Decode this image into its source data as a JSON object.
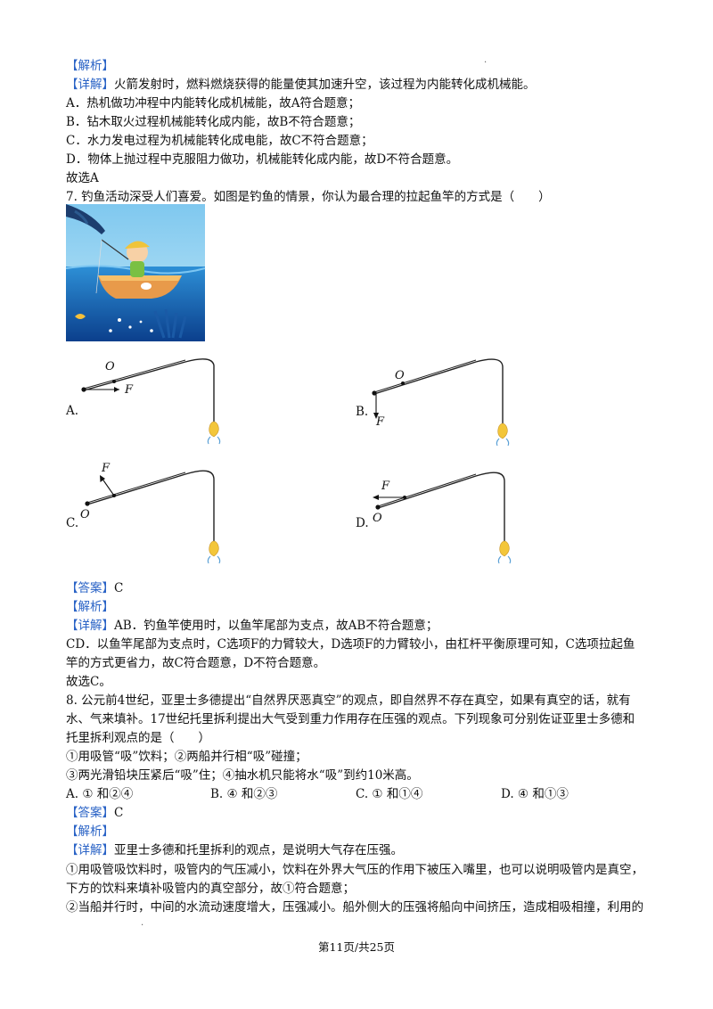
{
  "section1": {
    "jiexi": "【解析】",
    "detail_tag": "【详解】",
    "detail": "火箭发射时，燃料燃烧获得的能量使其加速升空，该过程为内能转化成机械能。",
    "lines": [
      "A．热机做功冲程中内能转化成机械能，故A符合题意；",
      "B．钻木取火过程机械能转化成内能，故B不符合题意；",
      "C．水力发电过程为机械能转化成电能，故C不符合题意；",
      "D．物体上抛过程中克服阻力做功，机械能转化成内能，故D不符合题意。",
      "故选A"
    ]
  },
  "q7": {
    "stem": "7. 钓鱼活动深受人们喜爱。如图是钓鱼的情景，你认为最合理的拉起鱼竿的方式是（　　）",
    "options": {
      "a": "A.",
      "b": "B.",
      "c": "C.",
      "d": "D."
    },
    "labels": {
      "O": "O",
      "F": "F"
    },
    "answer_tag": "【答案】",
    "answer": "C",
    "jiexi": "【解析】",
    "detail_tag": "【详解】",
    "detail1": "AB．钓鱼竿使用时，以鱼竿尾部为支点，故AB不符合题意；",
    "detail2": "CD．以鱼竿尾部为支点时，C选项F的力臂较大，D选项F的力臂较小，由杠杆平衡原理可知，C选项拉起鱼",
    "detail3": "竿的方式更省力，故C符合题意，D不符合题意。",
    "final": "故选C。"
  },
  "q8": {
    "stem1": "8. 公元前4世纪，亚里士多德提出“自然界厌恶真空”的观点，即自然界不存在真空，如果有真空的话，就有",
    "stem2": "水、气来填补。17世纪托里拆利提出大气受到重力作用存在压强的观点。下列现象可分别佐证亚里士多德和",
    "stem3": "托里拆利观点的是（　　）",
    "item1": "①用吸管“吸”饮料；②两船并行相“吸”碰撞；",
    "item2": "③两光滑铅块压紧后“吸”住；④抽水机只能将水“吸”到约10米高。",
    "choices": [
      "A. ① 和②④",
      "B. ④ 和②③",
      "C. ① 和①④",
      "D. ④ 和①③"
    ],
    "answer_tag": "【答案】",
    "answer": "C",
    "jiexi": "【解析】",
    "detail_tag": "【详解】",
    "detail": "亚里士多德和托里拆利的观点，是说明大气存在压强。",
    "d1": "①用吸管吸饮料时，吸管内的气压减小，饮料在外界大气压的作用下被压入嘴里，也可以说明吸管内是真空，",
    "d2": "下方的饮料来填补吸管内的真空部分，故①符合题意；",
    "d3": "②当船并行时，中间的水流动速度增大，压强减小。船外侧大的压强将船向中间挤压，造成相吸相撞，利用的"
  },
  "footer": "第11页/共25页"
}
